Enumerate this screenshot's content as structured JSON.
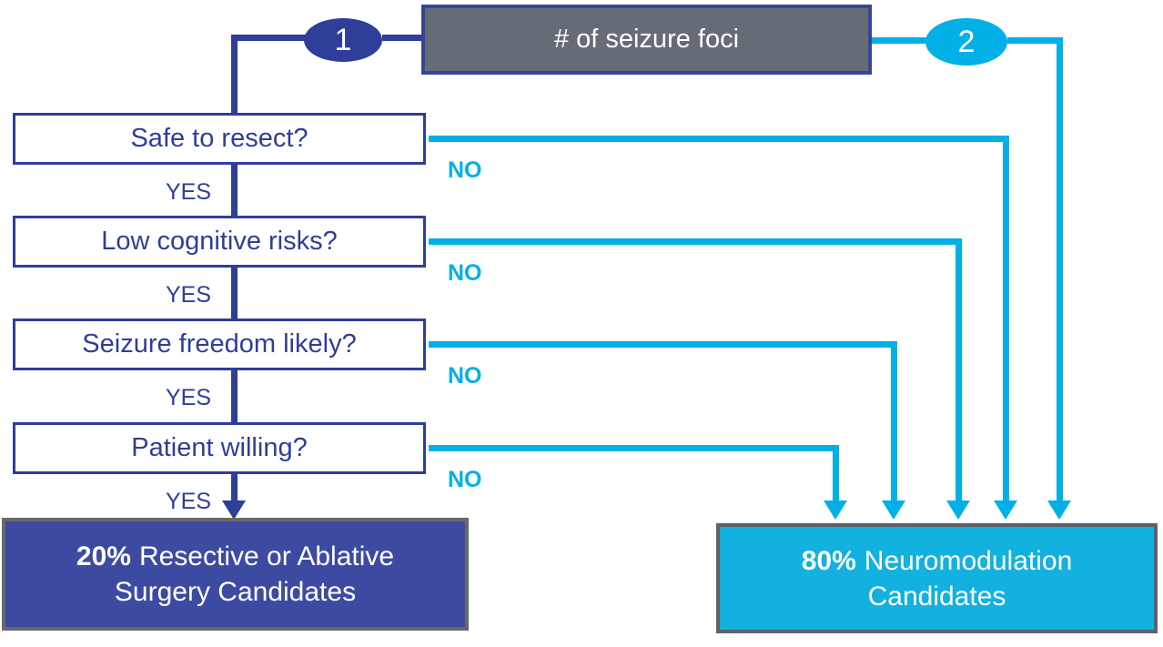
{
  "root": {
    "label": "# of seizure foci"
  },
  "branch_1": {
    "label": "1"
  },
  "branch_2": {
    "label": "2"
  },
  "questions": [
    {
      "label": "Safe to resect?",
      "yes": "YES",
      "no": "NO"
    },
    {
      "label": "Low cognitive risks?",
      "yes": "YES",
      "no": "NO"
    },
    {
      "label": "Seizure freedom likely?",
      "yes": "YES",
      "no": "NO"
    },
    {
      "label": "Patient willing?",
      "yes": "YES",
      "no": "NO"
    }
  ],
  "outcomes": {
    "surgery": {
      "percent": "20%",
      "text": "Resective or Ablative",
      "text2": "Surgery Candidates"
    },
    "neuromodulation": {
      "percent": "80%",
      "text": "Neuromodulation",
      "text2": "Candidates"
    }
  },
  "colors": {
    "navy": "#2f3e99",
    "cyan": "#00b0e6",
    "header_gray_fill": "#666c76",
    "surgery_box_fill": "#3c4ba1",
    "neuromodulation_box_fill": "#12b1e0",
    "outcome_border_gray": "#696969"
  }
}
